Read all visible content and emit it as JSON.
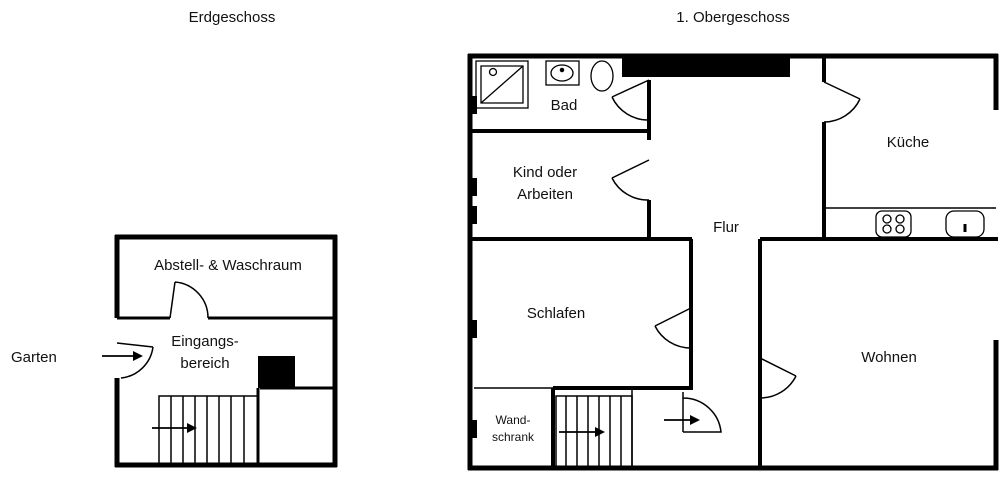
{
  "floors": {
    "ground": {
      "title": "Erdgeschoss",
      "rooms": {
        "storage": "Abstell- & Waschraum",
        "entrance_line1": "Eingangs-",
        "entrance_line2": "bereich"
      },
      "outside": "Garten"
    },
    "upper": {
      "title": "1. Obergeschoss",
      "rooms": {
        "bath": "Bad",
        "kid_line1": "Kind oder",
        "kid_line2": "Arbeiten",
        "hall": "Flur",
        "kitchen": "Küche",
        "bedroom": "Schlafen",
        "living": "Wohnen",
        "closet_line1": "Wand-",
        "closet_line2": "schrank"
      }
    }
  },
  "colors": {
    "wall": "#000000",
    "background": "#ffffff"
  }
}
